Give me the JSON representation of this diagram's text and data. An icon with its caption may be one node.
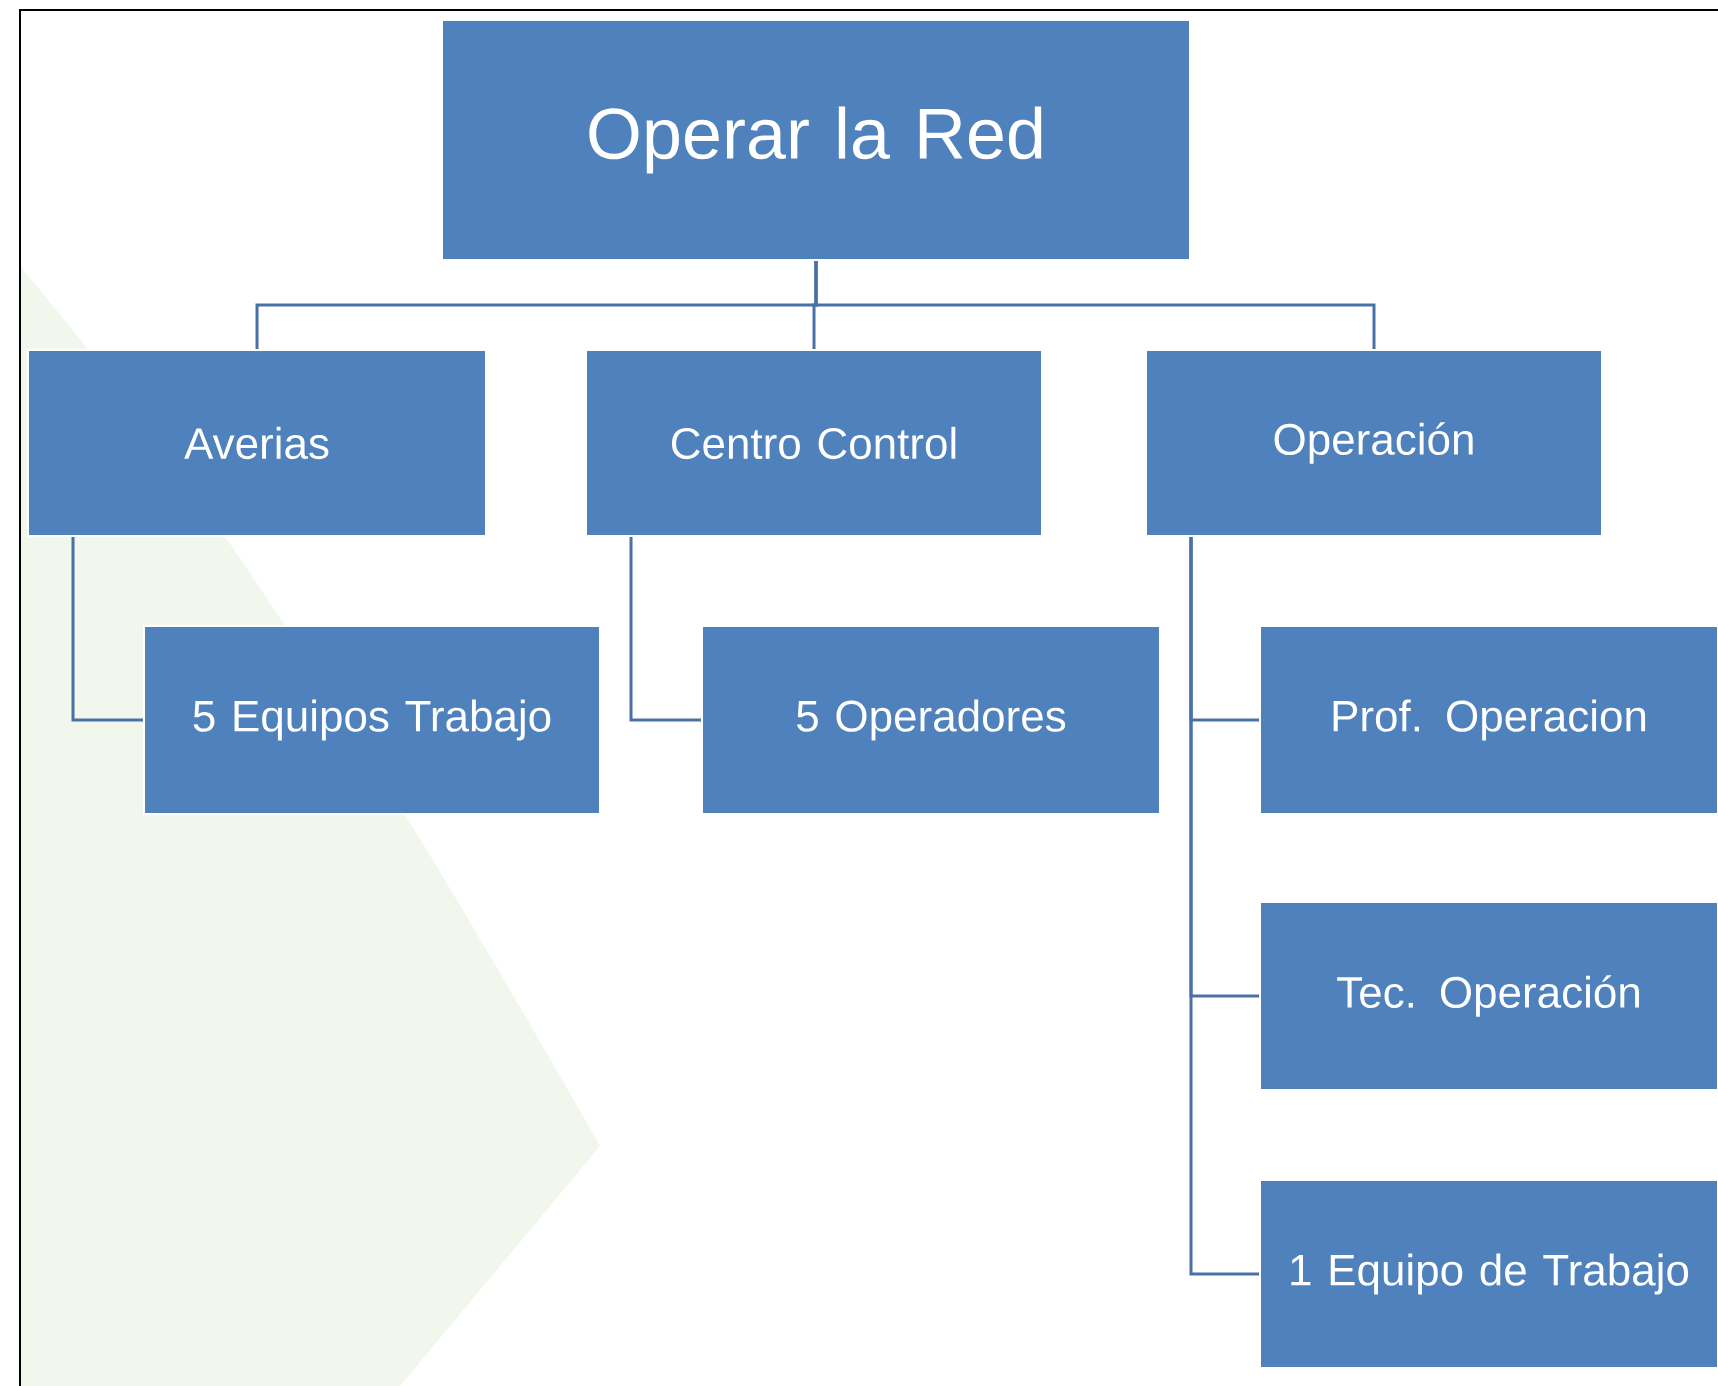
{
  "diagram": {
    "nodes": [
      {
        "text": [
          "Operar la Red"
        ]
      },
      {
        "text": [
          "Averias"
        ]
      },
      {
        "text": [
          "Centro Control"
        ]
      },
      {
        "text": [
          "Operación"
        ]
      },
      {
        "text": [
          "5 Equipos Trabajo"
        ]
      },
      {
        "text": [
          "5 Operadores"
        ]
      },
      {
        "text": [
          "Prof. Operacion"
        ]
      },
      {
        "text": [
          "Tec. Operación"
        ]
      },
      {
        "text": [
          "1 Equipo de Trabajo"
        ]
      }
    ],
    "edges": [
      {
        "from": 0,
        "to": 1,
        "arrow": "none"
      },
      {
        "from": 0,
        "to": 2,
        "arrow": "none"
      },
      {
        "from": 0,
        "to": 3,
        "arrow": "none"
      },
      {
        "from": 1,
        "to": 4,
        "arrow": "none"
      },
      {
        "from": 2,
        "to": 5,
        "arrow": "none"
      },
      {
        "from": 3,
        "to": 6,
        "arrow": "none"
      },
      {
        "from": 3,
        "to": 7,
        "arrow": "none"
      },
      {
        "from": 3,
        "to": 8,
        "arrow": "none"
      }
    ]
  }
}
